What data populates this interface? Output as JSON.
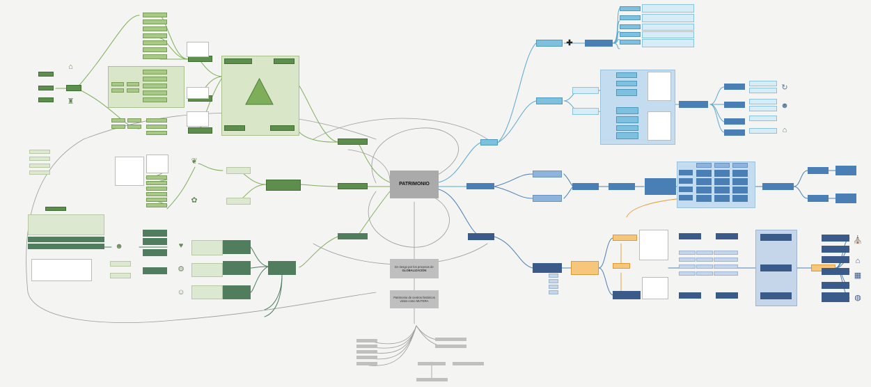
{
  "center": {
    "title": "PATRIMONIO"
  },
  "bottom_notes": {
    "note1_a": "En riesgo por los procesos de",
    "note1_b": "GLOBALIZACIÓN",
    "note2_a": "Patrimonio de centros históricos",
    "note2_b": "vistos como MUTERA"
  },
  "colors": {
    "green": "#5e8e4e",
    "blue": "#4a7fb5",
    "light_blue": "#7ec1df",
    "gray": "#aaaaaa",
    "orange": "#f6c77a"
  },
  "icons": [
    "pyramid-icon",
    "people-icon",
    "globe-icon",
    "city-icon",
    "plus-icon"
  ]
}
